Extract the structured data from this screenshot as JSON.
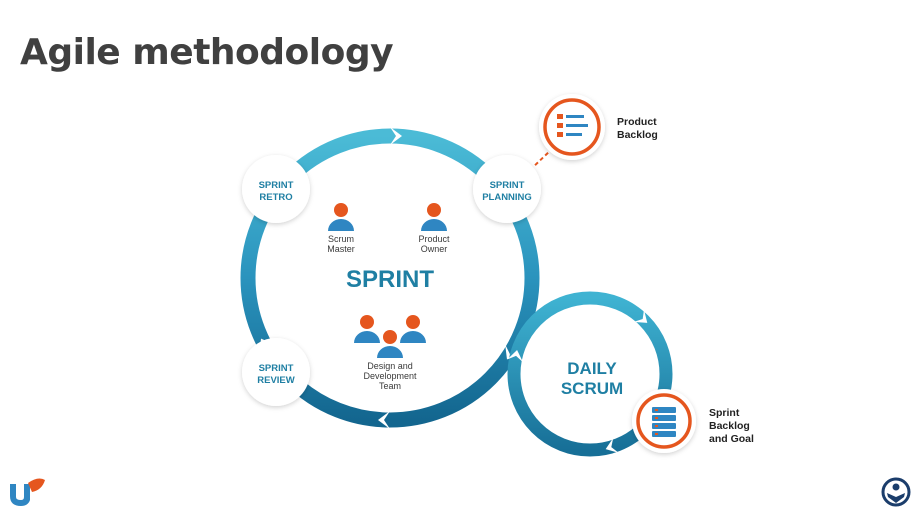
{
  "title": "Agile methodology",
  "sprint": {
    "center_label": "SPRINT",
    "retro": [
      "SPRINT",
      "RETRO"
    ],
    "planning": [
      "SPRINT",
      "PLANNING"
    ],
    "review": [
      "SPRINT",
      "REVIEW"
    ]
  },
  "roles": {
    "scrum_master": [
      "Scrum",
      "Master"
    ],
    "product_owner": [
      "Product",
      "Owner"
    ],
    "team": [
      "Design and",
      "Development",
      "Team"
    ]
  },
  "daily_scrum": [
    "DAILY",
    "SCRUM"
  ],
  "product_backlog": [
    "Product",
    "Backlog"
  ],
  "sprint_backlog": [
    "Sprint",
    "Backlog",
    "and Goal"
  ],
  "colors": {
    "ring_light": "#4bbbd6",
    "ring_mid": "#2a93bd",
    "ring_dark": "#13668f",
    "accent_orange": "#e5561e",
    "person_blue": "#2f86c2",
    "node_text": "#1f7fa3",
    "title_text": "#404040"
  },
  "icons": {
    "left_logo": "brand-logo-icon",
    "right_logo": "people-circle-icon"
  }
}
